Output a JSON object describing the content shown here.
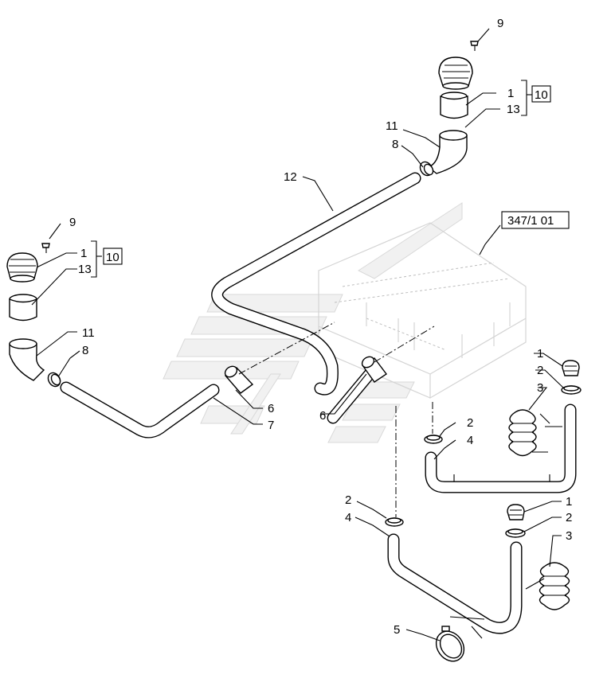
{
  "callouts": {
    "c9_top": "9",
    "c1_top": "1",
    "c13_top": "13",
    "c10_top": "10",
    "c11_top": "11",
    "c8_top": "8",
    "c12": "12",
    "c9_left": "9",
    "c1_left": "1",
    "c10_left": "10",
    "c13_left": "13",
    "c11_left": "11",
    "c8_left": "8",
    "c6_left": "6",
    "c7": "7",
    "c6_mid": "6",
    "c1_r1": "1",
    "c2_r1": "2",
    "c3_r1": "3",
    "c2_mid": "2",
    "c4_mid": "4",
    "c2_low": "2",
    "c4_low": "4",
    "c1_r2": "1",
    "c2_r2": "2",
    "c3_r2": "3",
    "c5": "5"
  },
  "reference": {
    "label": "347/1 01"
  }
}
